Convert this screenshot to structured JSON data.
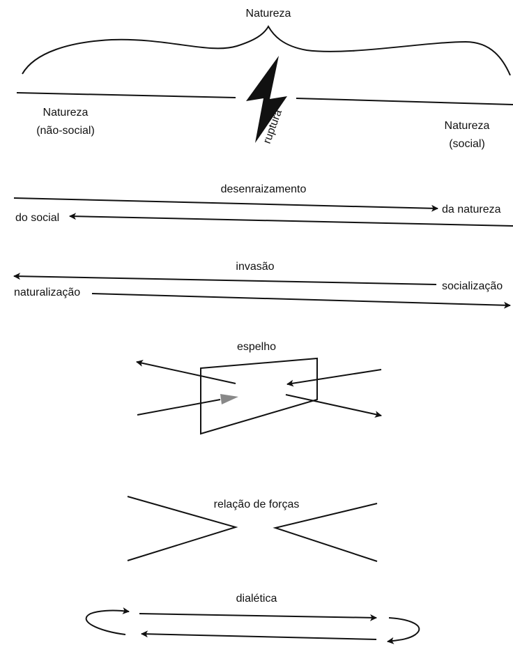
{
  "labels": {
    "natureza_top": "Natureza",
    "natureza_nao_social_1": "Natureza",
    "natureza_nao_social_2": "(não-social)",
    "ruptura": "ruptura",
    "natureza_social_1": "Natureza",
    "natureza_social_2": "(social)",
    "desenraizamento": "desenraizamento",
    "do_social": "do social",
    "da_natureza": "da natureza",
    "invasao": "invasão",
    "socializacao": "socialização",
    "naturalizacao": "naturalização",
    "espelho": "espelho",
    "relacao_de_forcas": "relação de forças",
    "dialetica": "dialética"
  },
  "colors": {
    "ink": "#111111",
    "background": "#ffffff"
  },
  "icons": {
    "ruptura": "lightning-bolt-icon"
  }
}
